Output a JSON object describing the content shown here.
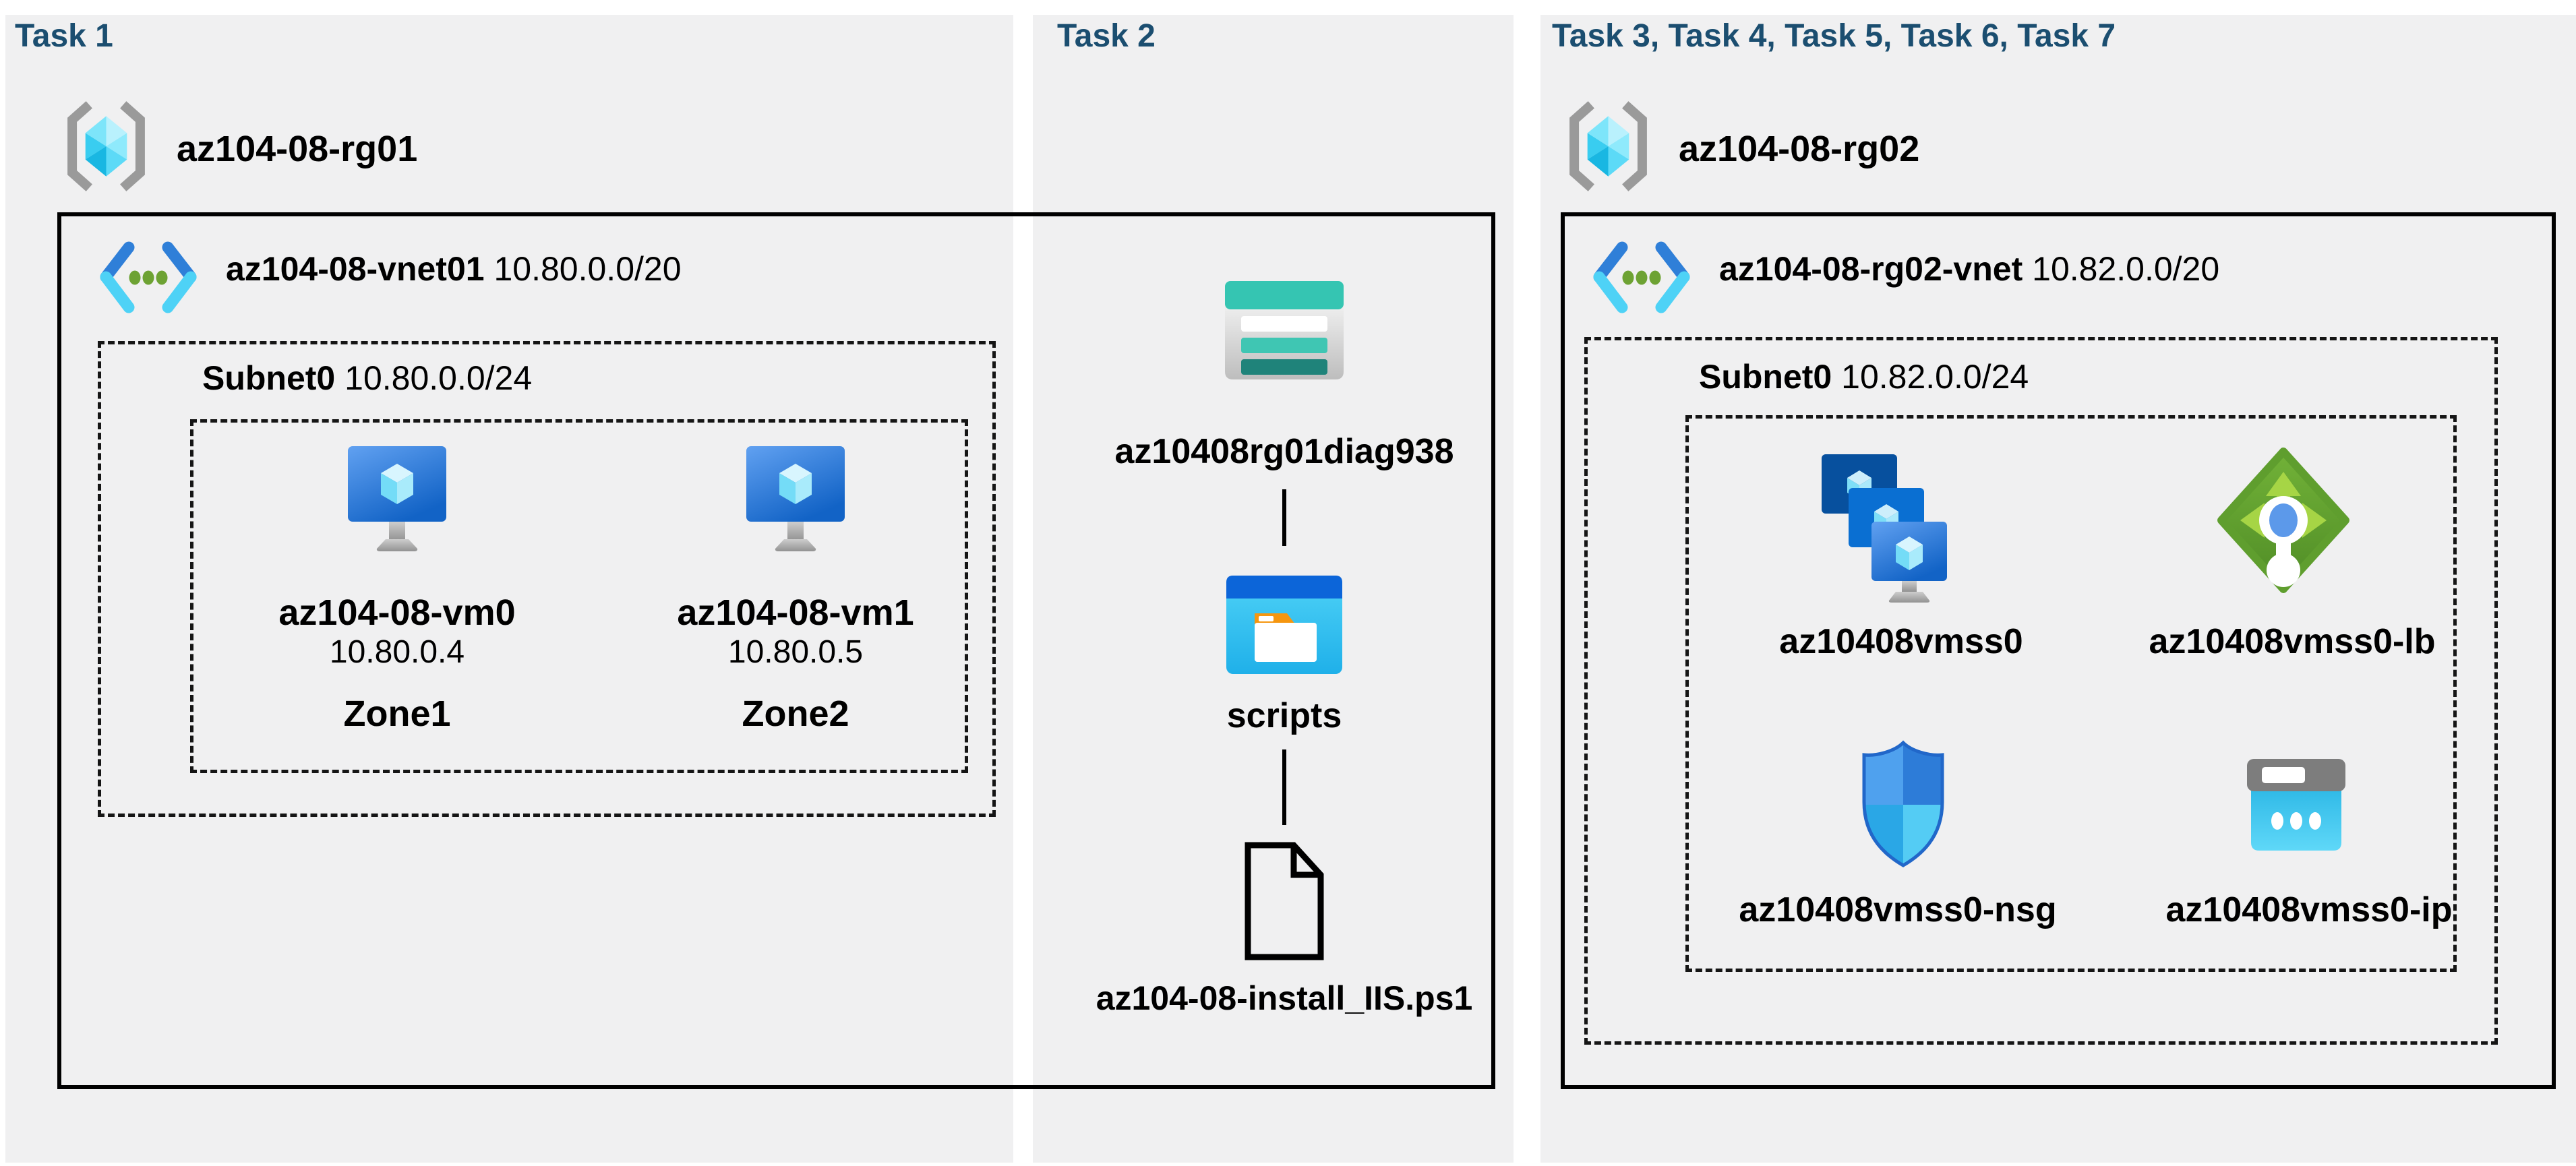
{
  "colors": {
    "title": "#1b4e70",
    "panel_background": "#f0f0f1",
    "azure_blue": "#1263c6",
    "cyan": "#50d8f5",
    "green_lb": "#5f9e2e",
    "teal_storage": "#35c5b2",
    "orange_folder": "#f5960f",
    "gray_bracket": "#9a9a9a"
  },
  "task1": {
    "title": "Task 1",
    "rg": "az104-08-rg01",
    "vnet_name": "az104-08-vnet01",
    "vnet_cidr": "10.80.0.0/20",
    "subnet_name": "Subnet0",
    "subnet_cidr": "10.80.0.0/24",
    "vm0": {
      "name": "az104-08-vm0",
      "ip": "10.80.0.4",
      "zone": "Zone1"
    },
    "vm1": {
      "name": "az104-08-vm1",
      "ip": "10.80.0.5",
      "zone": "Zone2"
    }
  },
  "task2": {
    "title": "Task 2",
    "storage_account": "az10408rg01diag938",
    "container": "scripts",
    "file": "az104-08-install_IIS.ps1"
  },
  "task3": {
    "title": "Task 3, Task 4, Task 5, Task 6, Task 7",
    "rg": "az104-08-rg02",
    "vnet_name": "az104-08-rg02-vnet",
    "vnet_cidr": "10.82.0.0/20",
    "subnet_name": "Subnet0",
    "subnet_cidr": "10.82.0.0/24",
    "vmss": "az10408vmss0",
    "lb": "az10408vmss0-lb",
    "nsg": "az10408vmss0-nsg",
    "ip": "az10408vmss0-ip"
  }
}
